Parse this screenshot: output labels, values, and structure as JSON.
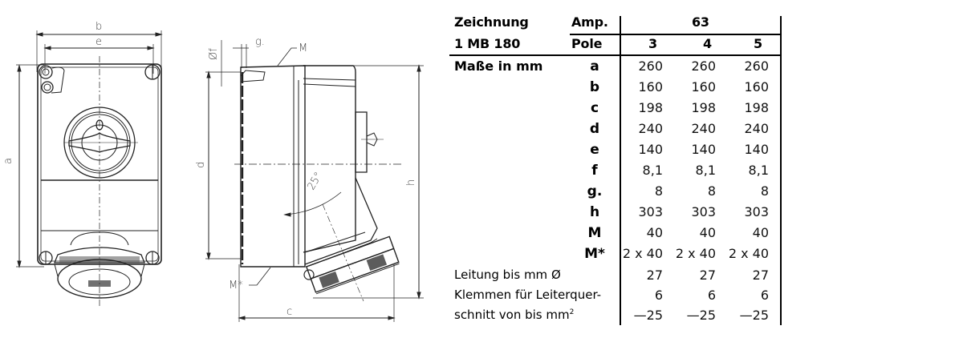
{
  "drawing": {
    "front_view": {
      "dimension_labels": [
        "b",
        "e",
        "a"
      ]
    },
    "side_view": {
      "dimension_labels": [
        "Øf",
        "g.",
        "M",
        "d",
        "h",
        "c",
        "M*"
      ],
      "angle_label": "25°"
    }
  },
  "spec_table": {
    "header": {
      "drawing_label": "Zeichnung",
      "drawing_number": "1 MB 180",
      "amp_label": "Amp.",
      "amp_value": "63",
      "pole_label": "Pole",
      "poles": [
        "3",
        "4",
        "5"
      ]
    },
    "dimensions_label": "Maße in mm",
    "rows": [
      {
        "symbol": "a",
        "values": [
          "260",
          "260",
          "260"
        ]
      },
      {
        "symbol": "b",
        "values": [
          "160",
          "160",
          "160"
        ]
      },
      {
        "symbol": "c",
        "values": [
          "198",
          "198",
          "198"
        ]
      },
      {
        "symbol": "d",
        "values": [
          "240",
          "240",
          "240"
        ]
      },
      {
        "symbol": "e",
        "values": [
          "140",
          "140",
          "140"
        ]
      },
      {
        "symbol": "f",
        "values": [
          "8,1",
          "8,1",
          "8,1"
        ]
      },
      {
        "symbol": "g.",
        "values": [
          "8",
          "8",
          "8"
        ]
      },
      {
        "symbol": "h",
        "values": [
          "303",
          "303",
          "303"
        ]
      },
      {
        "symbol": "M",
        "values": [
          "40",
          "40",
          "40"
        ]
      },
      {
        "symbol": "M*",
        "values": [
          "2 x 40",
          "2 x 40",
          "2 x 40"
        ]
      }
    ],
    "extra_rows": [
      {
        "label": "Leitung bis mm Ø",
        "values": [
          "27",
          "27",
          "27"
        ]
      },
      {
        "label": "Klemmen für Leiterquer-",
        "values": [
          "6",
          "6",
          "6"
        ]
      },
      {
        "label": "schnitt von bis mm",
        "label_sup": "2",
        "values": [
          "—25",
          "—25",
          "—25"
        ]
      }
    ]
  }
}
